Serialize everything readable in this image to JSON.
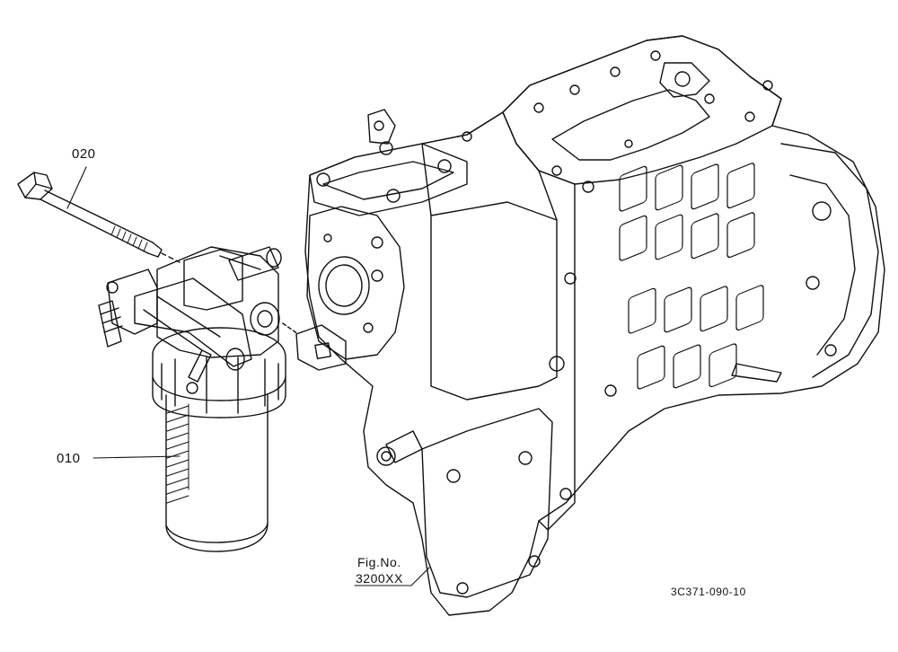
{
  "diagram": {
    "callouts": [
      {
        "id": "020",
        "label": "020"
      },
      {
        "id": "010",
        "label": "010"
      }
    ],
    "figure_reference": {
      "line1": "Fig.No.",
      "line2": "3200XX"
    },
    "drawing_code": "3C371-090-10",
    "colors": {
      "ink": "#111111",
      "background": "#ffffff"
    }
  }
}
